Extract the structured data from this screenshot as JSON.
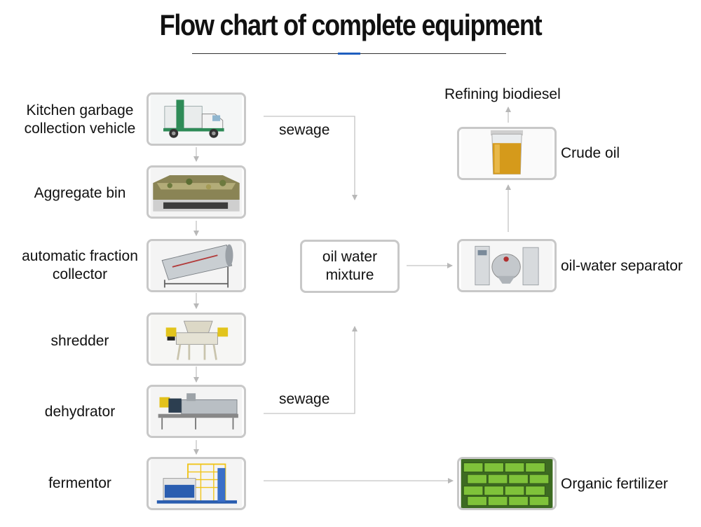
{
  "title": "Flow chart of complete equipment",
  "steps": [
    {
      "label_l1": "Kitchen garbage",
      "label_l2": "collection vehicle",
      "icon": "garbage-truck-icon"
    },
    {
      "label": "Aggregate bin",
      "icon": "aggregate-bin-icon"
    },
    {
      "label_l1": "automatic fraction",
      "label_l2": "collector",
      "icon": "drum-screen-icon"
    },
    {
      "label": "shredder",
      "icon": "shredder-icon"
    },
    {
      "label": "dehydrator",
      "icon": "dehydrator-icon"
    },
    {
      "label": "fermentor",
      "icon": "fermentor-icon"
    }
  ],
  "sewage_top": "sewage",
  "sewage_bottom": "sewage",
  "mixture": {
    "line1": "oil water",
    "line2": "mixture"
  },
  "separator": {
    "label": "oil-water separator",
    "icon": "separator-machine-icon"
  },
  "crude_oil": {
    "label": "Crude oil",
    "icon": "oil-beaker-icon"
  },
  "refining": "Refining biodiesel",
  "fertilizer": {
    "label": "Organic fertilizer",
    "icon": "fertilizer-bags-icon"
  }
}
